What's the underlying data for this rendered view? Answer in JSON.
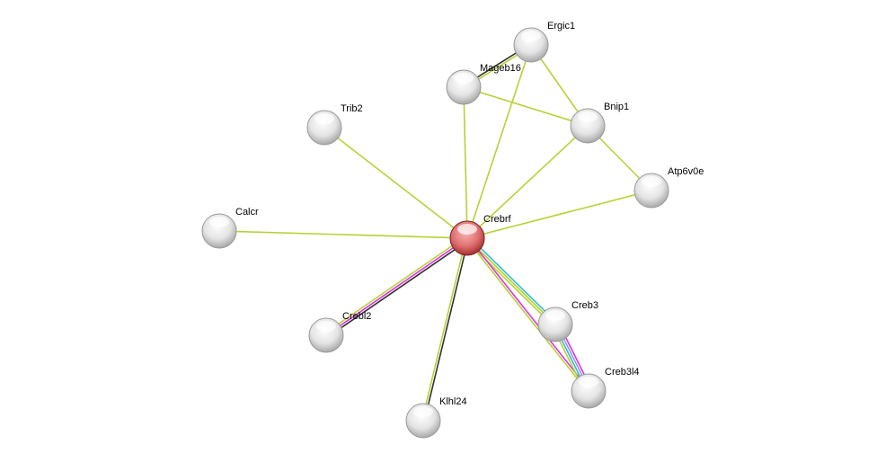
{
  "network": {
    "center": "Crebrf",
    "nodes": [
      {
        "id": "Crebrf",
        "label": "Crebrf",
        "query": true
      },
      {
        "id": "Ergic1",
        "label": "Ergic1",
        "query": false
      },
      {
        "id": "Mageb16",
        "label": "Mageb16",
        "query": false
      },
      {
        "id": "Trib2",
        "label": "Trib2",
        "query": false
      },
      {
        "id": "Bnip1",
        "label": "Bnip1",
        "query": false
      },
      {
        "id": "Atp6v0e",
        "label": "Atp6v0e",
        "query": false
      },
      {
        "id": "Calcr",
        "label": "Calcr",
        "query": false
      },
      {
        "id": "Crebl2",
        "label": "Crebl2",
        "query": false
      },
      {
        "id": "Creb3",
        "label": "Creb3",
        "query": false
      },
      {
        "id": "Creb3l4",
        "label": "Creb3l4",
        "query": false
      },
      {
        "id": "Klhl24",
        "label": "Klhl24",
        "query": false
      }
    ],
    "edges": [
      {
        "a": "Crebrf",
        "b": "Trib2",
        "colors": [
          "#b5d334"
        ]
      },
      {
        "a": "Crebrf",
        "b": "Calcr",
        "colors": [
          "#b5d334"
        ]
      },
      {
        "a": "Crebrf",
        "b": "Mageb16",
        "colors": [
          "#b5d334"
        ]
      },
      {
        "a": "Crebrf",
        "b": "Ergic1",
        "colors": [
          "#b5d334"
        ]
      },
      {
        "a": "Crebrf",
        "b": "Bnip1",
        "colors": [
          "#b5d334"
        ]
      },
      {
        "a": "Crebrf",
        "b": "Atp6v0e",
        "colors": [
          "#b5d334"
        ]
      },
      {
        "a": "Mageb16",
        "b": "Ergic1",
        "colors": [
          "#333333",
          "#b5d334"
        ]
      },
      {
        "a": "Mageb16",
        "b": "Bnip1",
        "colors": [
          "#b5d334"
        ]
      },
      {
        "a": "Ergic1",
        "b": "Bnip1",
        "colors": [
          "#b5d334"
        ]
      },
      {
        "a": "Bnip1",
        "b": "Atp6v0e",
        "colors": [
          "#b5d334"
        ]
      },
      {
        "a": "Crebrf",
        "b": "Crebl2",
        "colors": [
          "#333333",
          "#e033e0",
          "#b5d334"
        ]
      },
      {
        "a": "Crebrf",
        "b": "Klhl24",
        "colors": [
          "#333333",
          "#b5d334"
        ]
      },
      {
        "a": "Crebrf",
        "b": "Creb3",
        "colors": [
          "#33bbdd",
          "#b5d334",
          "#b5d334"
        ]
      },
      {
        "a": "Crebrf",
        "b": "Creb3l4",
        "colors": [
          "#e033e0",
          "#b5d334"
        ]
      },
      {
        "a": "Creb3",
        "b": "Creb3l4",
        "colors": [
          "#e033e0",
          "#9999ee",
          "#33bbdd",
          "#b5d334"
        ]
      }
    ],
    "colors": {
      "query_node": "#d95757",
      "node": "#e8e8e8"
    }
  }
}
